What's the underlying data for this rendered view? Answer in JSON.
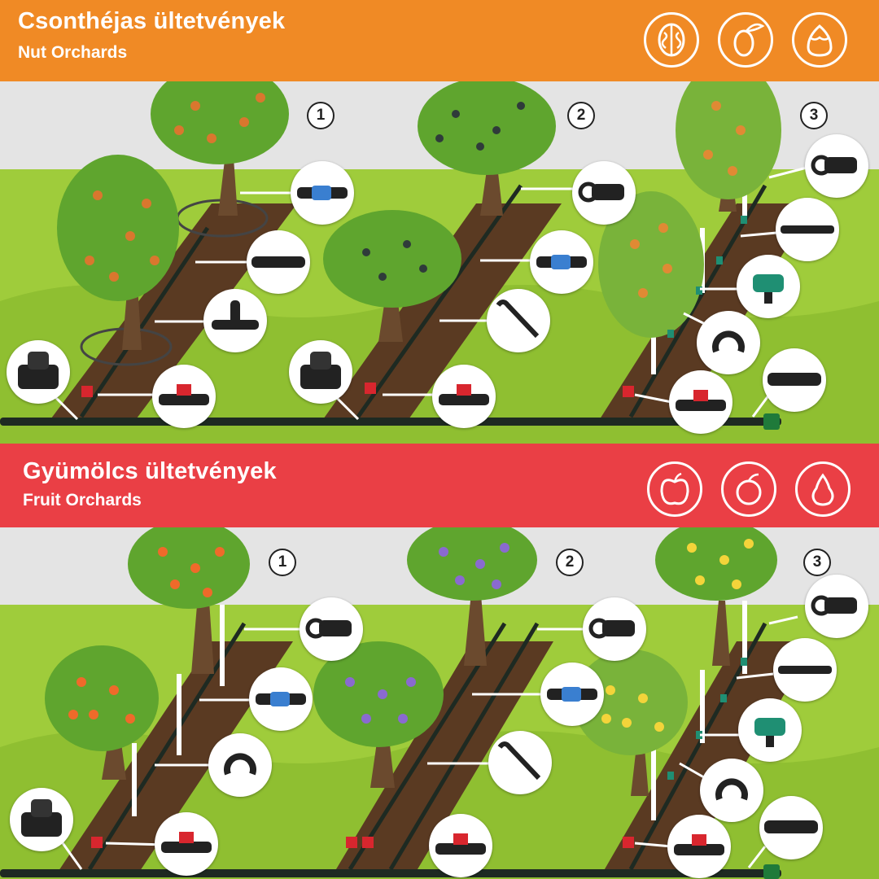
{
  "nut_section": {
    "title": "Csonthéjas ültetvények",
    "subtitle": "Nut Orchards",
    "header_color": "#f08a25",
    "icons": [
      "walnut-icon",
      "olive-icon",
      "hazelnut-icon"
    ],
    "row_numbers": [
      "1",
      "2",
      "3"
    ]
  },
  "fruit_section": {
    "title": "Gyümölcs ültetvények",
    "subtitle": "Fruit Orchards",
    "header_color": "#ea3f45",
    "icons": [
      "apple-icon",
      "plum-icon",
      "pear-icon"
    ],
    "row_numbers": [
      "1",
      "2",
      "3"
    ]
  },
  "colors": {
    "sky": "#e4e4e4",
    "grass": "#9fcc3b",
    "soil": "#5a3a22",
    "pipe": "#1e2a22",
    "foliage": "#5fa52e",
    "nut_fruit": "#d9772e",
    "olive_fruit": "#2f3b3a",
    "apricot_fruit": "#e08a34",
    "apple_fruit": "#ef6a2a",
    "plum_fruit": "#8a6ad0",
    "yellow_fruit": "#f3d43a",
    "valve_red": "#d8262e",
    "dripper_green": "#1f8f73"
  },
  "components": [
    "saddle-clamp",
    "ball-valve",
    "end-plug",
    "drip-tube",
    "tee-connector",
    "inline-dripper-tube",
    "stake",
    "pc-dripper",
    "tube-clip",
    "mainline-pipe"
  ]
}
